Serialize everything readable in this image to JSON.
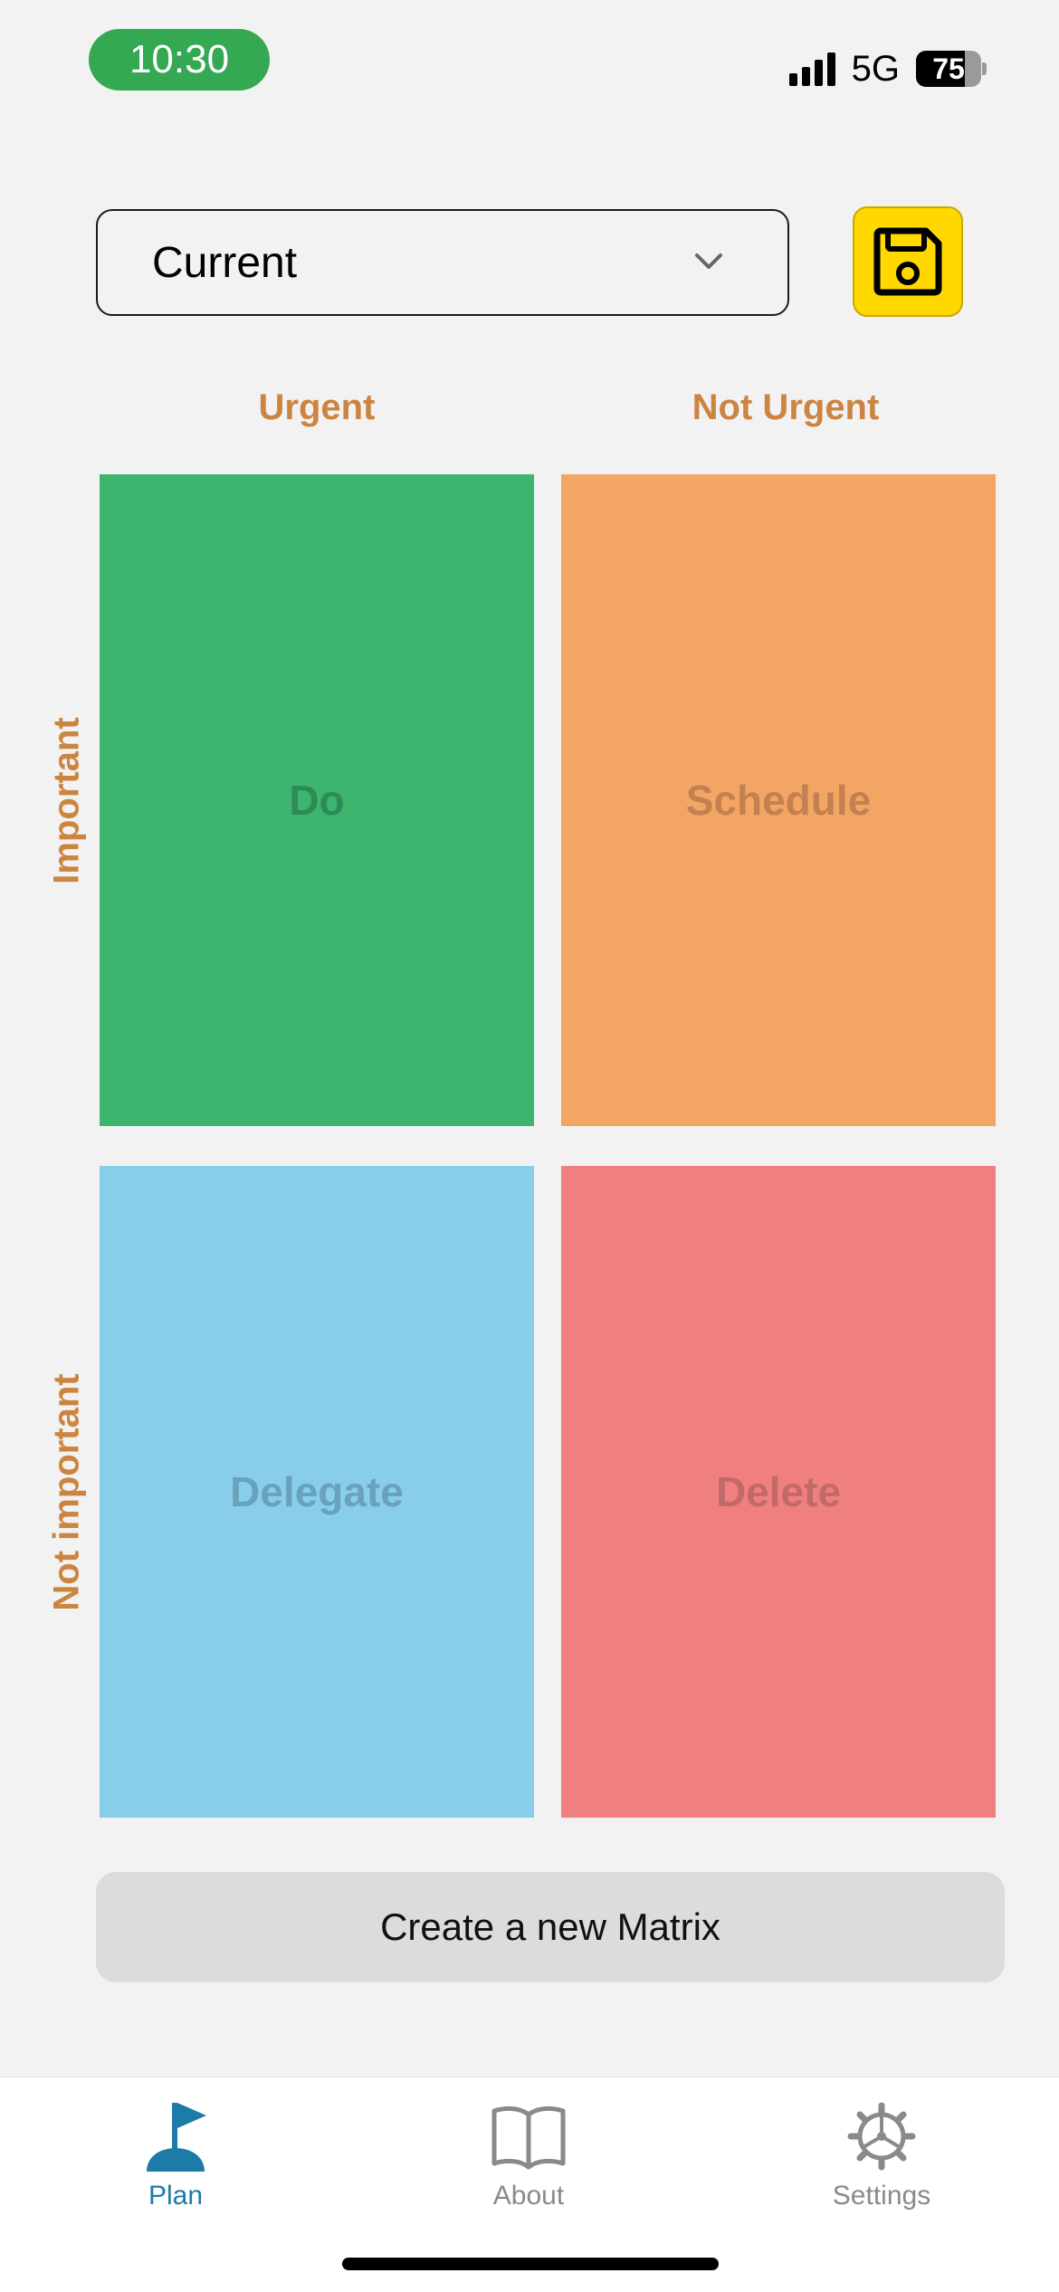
{
  "status_bar": {
    "time": "10:30",
    "network": "5G",
    "battery": "75",
    "battery_level": 0.75,
    "time_pill_color": "#34a853"
  },
  "selector": {
    "value": "Current",
    "icon": "chevron-down-icon"
  },
  "save_button": {
    "icon": "floppy-disk-icon",
    "color": "#ffd800"
  },
  "matrix": {
    "columns": [
      "Urgent",
      "Not Urgent"
    ],
    "rows": [
      "Important",
      "Not important"
    ],
    "quadrants": [
      {
        "label": "Do",
        "color": "#3db56e"
      },
      {
        "label": "Schedule",
        "color": "#f3a563"
      },
      {
        "label": "Delegate",
        "color": "#88ceeb"
      },
      {
        "label": "Delete",
        "color": "#f08080"
      }
    ],
    "axis_label_color": "#cc8540"
  },
  "create_button": {
    "label": "Create a new Matrix"
  },
  "tabbar": {
    "tabs": [
      {
        "label": "Plan",
        "icon": "flag-icon",
        "active": true
      },
      {
        "label": "About",
        "icon": "book-icon",
        "active": false
      },
      {
        "label": "Settings",
        "icon": "gear-icon",
        "active": false
      }
    ],
    "active_color": "#1d7ba8"
  }
}
